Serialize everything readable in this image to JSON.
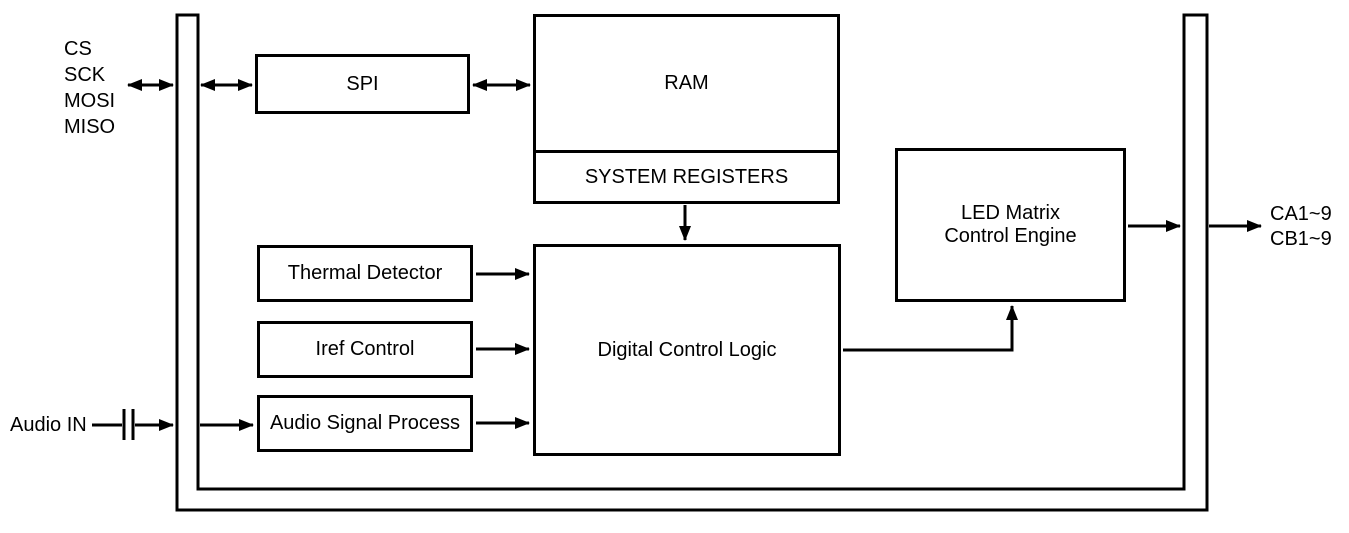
{
  "blocks": {
    "spi": "SPI",
    "ram": "RAM",
    "system_registers": "SYSTEM REGISTERS",
    "thermal_detector": "Thermal Detector",
    "iref_control": "Iref Control",
    "audio_signal_process": "Audio Signal Process",
    "digital_control_logic": "Digital Control Logic",
    "led_matrix_line1": "LED Matrix",
    "led_matrix_line2": "Control Engine"
  },
  "pins": {
    "spi_bus": [
      "CS",
      "SCK",
      "MOSI",
      "MISO"
    ],
    "audio_in": "Audio IN",
    "outputs": [
      "CA1~9",
      "CB1~9"
    ]
  },
  "colors": {
    "line": "#000000",
    "text": "#000000",
    "background": "#ffffff"
  }
}
